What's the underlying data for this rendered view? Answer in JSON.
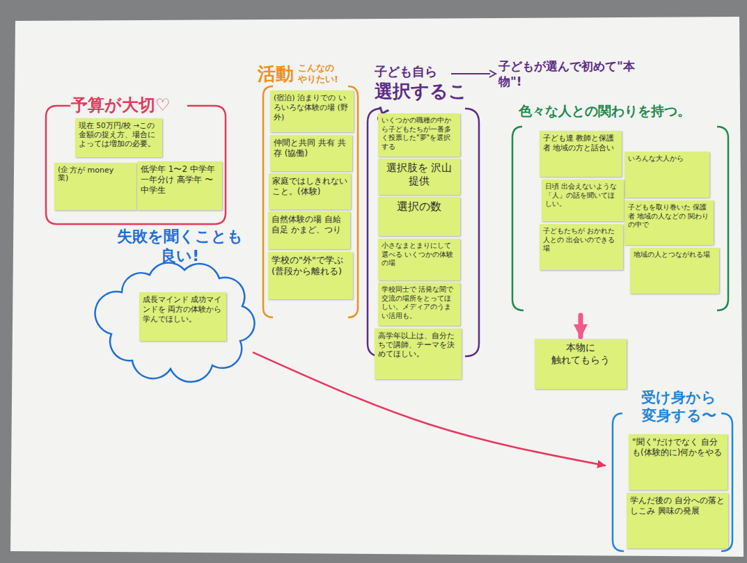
{
  "diagram": {
    "nodes": [
      {
        "text": [
          "予算が大切♡"
        ]
      },
      {
        "text": [
          "現在 50万円/校 →この金額の捉え方、場合によっては増加の必要。"
        ],
        "in": 0
      },
      {
        "text": [
          "(企業)",
          "方が money"
        ],
        "in": 0
      },
      {
        "text": [
          "低学年 1〜2 中学年 一年分け 高学年 〜中学生"
        ],
        "in": 0
      },
      {
        "text": [
          "失敗を聞くことも 良い!"
        ]
      },
      {
        "text": [
          "成長マインド 成功マインドを 両方の体験から 学んでほしい。"
        ],
        "in": 4
      },
      {
        "text": [
          "活動",
          "こんなの やりたい!"
        ]
      },
      {
        "text": [
          "(宿泊) 泊まりでの いろいろな体験の場 (野外)"
        ],
        "in": 6
      },
      {
        "text": [
          "仲間と共同 共有 共存 (協働)"
        ],
        "in": 6
      },
      {
        "text": [
          "家庭ではしきれないこと。(体験)"
        ],
        "in": 6
      },
      {
        "text": [
          "自然体験の場 自給自足 かまど、つり"
        ],
        "in": 6
      },
      {
        "text": [
          "学校の\"外\"で学ぶ (普段から離れる)"
        ],
        "in": 6
      },
      {
        "text": [
          "子ども自ら",
          "選択すること"
        ]
      },
      {
        "text": [
          "いくつかの職種の中から子どもたちが一番多く投票した\"夢\"を選択する"
        ],
        "in": 12
      },
      {
        "text": [
          "選択肢を 沢山 提供"
        ],
        "in": 12
      },
      {
        "text": [
          "選択の数"
        ],
        "in": 12
      },
      {
        "text": [
          "小さなまとまりにして選べる いくつかの体験の場"
        ],
        "in": 12
      },
      {
        "text": [
          "学校同士で 活発な間で 交流の場所をとってほしい。メディアのうまい活用も。"
        ],
        "in": 12
      },
      {
        "text": [
          "高学年以上は、自分たちで講師、テーマを決めてほしい。"
        ],
        "in": 12
      },
      {
        "text": [
          "色々な人との関わりを持つ。"
        ]
      },
      {
        "text": [
          "子ども達 教師と保護者 地域の方と話合い"
        ],
        "in": 19
      },
      {
        "text": [
          "いろんな大人から"
        ],
        "in": 19
      },
      {
        "text": [
          "日頃 出会えないような「人」の話を聞いてほしい。"
        ],
        "in": 19
      },
      {
        "text": [
          "子どもを取り巻いた 保護者 地域の人などの 関わりの中で"
        ],
        "in": 19
      },
      {
        "text": [
          "子どもたちが おかれた人との 出会いのできる場"
        ],
        "in": 19
      },
      {
        "text": [
          "地域の人とつながれる場"
        ],
        "in": 19
      },
      {
        "text": [
          "本物に 触れてもらう"
        ]
      },
      {
        "text": [
          "受け身から 変身する〜"
        ]
      },
      {
        "text": [
          "\"聞く\"だけでなく 自分も(体験的に)何かをやる"
        ],
        "in": 27
      },
      {
        "text": [
          "学んだ後の 自分への落としこみ 興味の発展"
        ],
        "in": 27
      }
    ],
    "edges": [
      {
        "from": 4,
        "to": 27,
        "arrow": "to"
      },
      {
        "from": 19,
        "to": 26,
        "arrow": "to"
      }
    ],
    "labels": [
      "子どもが選んで初めて\"本物\"!"
    ]
  }
}
